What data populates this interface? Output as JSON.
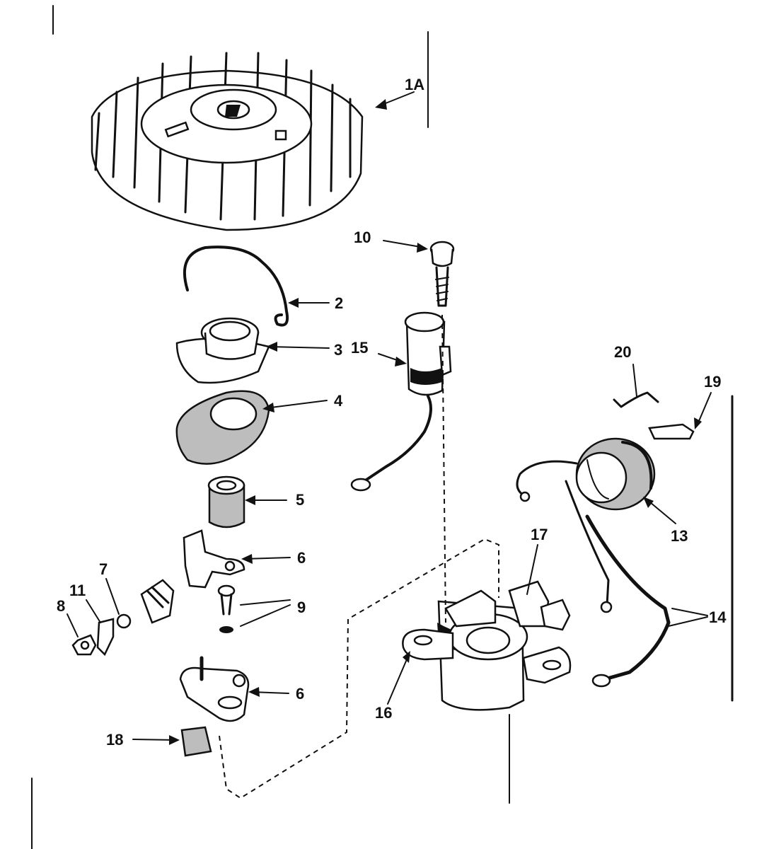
{
  "diagram": {
    "callouts": {
      "c1a": "1A",
      "c2": "2",
      "c3": "3",
      "c4": "4",
      "c5": "5",
      "c6a": "6",
      "c6b": "6",
      "c7": "7",
      "c8": "8",
      "c9": "9",
      "c10": "10",
      "c11": "11",
      "c13": "13",
      "c14": "14",
      "c15": "15",
      "c16": "16",
      "c17": "17",
      "c18": "18",
      "c19": "19",
      "c20": "20"
    }
  }
}
